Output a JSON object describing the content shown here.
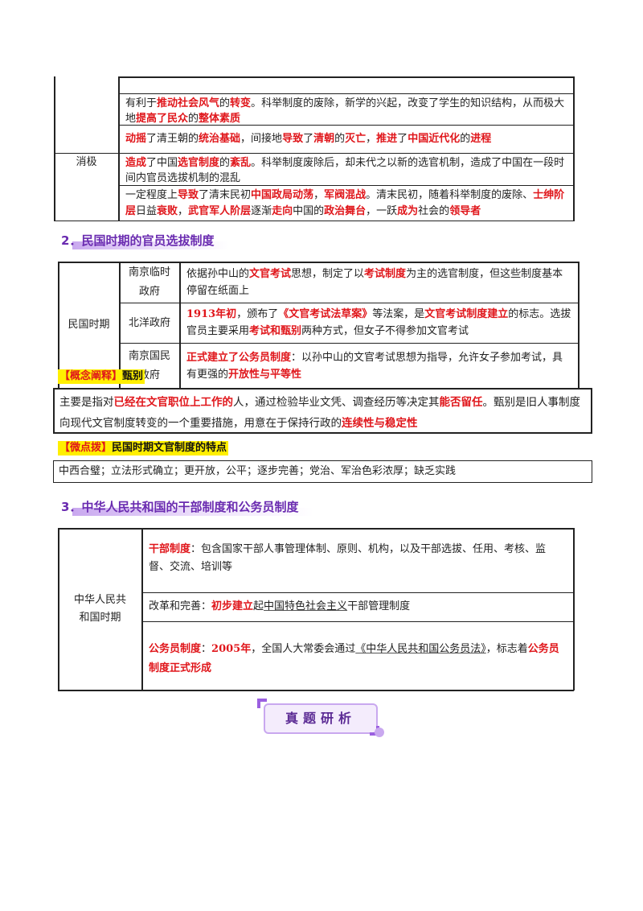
{
  "top_table": {
    "negative_label": "消极",
    "positive_rows": [
      [
        {
          "t": "有利于",
          "s": "n"
        },
        {
          "t": "推动社会风气",
          "s": "r"
        },
        {
          "t": "的",
          "s": "n"
        },
        {
          "t": "转变",
          "s": "r"
        },
        {
          "t": "。科举制度的废除，新学的兴起，改变了学生的知识结构，从而极大地",
          "s": "n"
        },
        {
          "t": "提高了民众",
          "s": "r"
        },
        {
          "t": "的",
          "s": "n"
        },
        {
          "t": "整体素质",
          "s": "r"
        }
      ],
      [
        {
          "t": "动摇",
          "s": "r"
        },
        {
          "t": "了清王朝的",
          "s": "n"
        },
        {
          "t": "统治基础",
          "s": "r"
        },
        {
          "t": "，间接地",
          "s": "n"
        },
        {
          "t": "导致",
          "s": "r"
        },
        {
          "t": "了",
          "s": "n"
        },
        {
          "t": "清朝",
          "s": "r"
        },
        {
          "t": "的",
          "s": "n"
        },
        {
          "t": "灭亡",
          "s": "r"
        },
        {
          "t": "，",
          "s": "n"
        },
        {
          "t": "推进",
          "s": "r"
        },
        {
          "t": "了",
          "s": "n"
        },
        {
          "t": "中国近代化",
          "s": "r"
        },
        {
          "t": "的",
          "s": "n"
        },
        {
          "t": "进程",
          "s": "r"
        }
      ]
    ],
    "negative_rows": [
      [
        {
          "t": "造成",
          "s": "r"
        },
        {
          "t": "了中国",
          "s": "n"
        },
        {
          "t": "选官制度",
          "s": "r"
        },
        {
          "t": "的",
          "s": "n"
        },
        {
          "t": "紊乱",
          "s": "r"
        },
        {
          "t": "。科举制度废除后，却未代之以新的选官机制，造成了中国在一段时间内官员选拔机制的混乱",
          "s": "n"
        }
      ],
      [
        {
          "t": "一定程度上",
          "s": "n"
        },
        {
          "t": "导致",
          "s": "r"
        },
        {
          "t": "了清末民初",
          "s": "n"
        },
        {
          "t": "中国政局动荡",
          "s": "r"
        },
        {
          "t": "，",
          "s": "n"
        },
        {
          "t": "军阀混战",
          "s": "r"
        },
        {
          "t": "。清末民初，随着科举制度的废除、",
          "s": "n"
        },
        {
          "t": "士绅阶层",
          "s": "r"
        },
        {
          "t": "日益",
          "s": "n"
        },
        {
          "t": "衰败",
          "s": "r"
        },
        {
          "t": "，",
          "s": "n"
        },
        {
          "t": "武官军人阶层",
          "s": "r"
        },
        {
          "t": "逐渐",
          "s": "n"
        },
        {
          "t": "走向",
          "s": "r"
        },
        {
          "t": "中国的",
          "s": "n"
        },
        {
          "t": "政治舞台",
          "s": "r"
        },
        {
          "t": "，一跃",
          "s": "n"
        },
        {
          "t": "成为",
          "s": "r"
        },
        {
          "t": "社会的",
          "s": "n"
        },
        {
          "t": "领导者",
          "s": "r"
        }
      ]
    ]
  },
  "section2": {
    "num": "2．",
    "title": "民国时期的官员选拔制度",
    "period_label": "民国时期",
    "rows": [
      {
        "gov": "南京临时政府",
        "content": [
          {
            "t": "依据孙中山的",
            "s": "n"
          },
          {
            "t": "文官考试",
            "s": "r"
          },
          {
            "t": "思想，制定了以",
            "s": "n"
          },
          {
            "t": "考试制度",
            "s": "r"
          },
          {
            "t": "为主的选官制度，但这些制度基本停留在纸面上",
            "s": "n"
          }
        ]
      },
      {
        "gov": "北洋政府",
        "content": [
          {
            "t": "1913年初",
            "s": "r"
          },
          {
            "t": "，颁布了",
            "s": "n"
          },
          {
            "t": "《文官考试法草案》",
            "s": "r"
          },
          {
            "t": "等法案，是",
            "s": "n"
          },
          {
            "t": "文官考试制度建立",
            "s": "r"
          },
          {
            "t": "的标志。选拔官员主要采用",
            "s": "n"
          },
          {
            "t": "考试和甄别",
            "s": "r"
          },
          {
            "t": "两种方式，但女子不得参加文官考试",
            "s": "n"
          }
        ]
      },
      {
        "gov": "南京国民政府",
        "content": [
          {
            "t": "正式建立了公务员制度",
            "s": "r"
          },
          {
            "t": "：以孙中山的文官考试思想为指导，允许女子参加考试，具有更强的",
            "s": "n"
          },
          {
            "t": "开放性与平等性",
            "s": "r"
          }
        ]
      }
    ],
    "concept_tag": {
      "bracket": "【概念阐释】",
      "word": "甄别"
    },
    "concept_text": [
      {
        "t": "主要是指对",
        "s": "n"
      },
      {
        "t": "已经在文官职位上工作的",
        "s": "r"
      },
      {
        "t": "人，通过检验毕业文凭、调查经历等决定其",
        "s": "n"
      },
      {
        "t": "能否留任",
        "s": "r"
      },
      {
        "t": "。甄别是旧人事制度向现代文官制度转变的一个重要措施，用意在于保持行政的",
        "s": "n"
      },
      {
        "t": "连续性与稳定性",
        "s": "r"
      }
    ],
    "tip_tag": {
      "bracket": "【微点拨】",
      "text": "民国时期文官制度的特点"
    },
    "tip_text": "中西合璧；立法形式确立；更开放，公平；逐步完善；党治、军治色彩浓厚；缺乏实践"
  },
  "section3": {
    "num": "3．",
    "title": "中华人民共和国的干部制度和公务员制度",
    "period_label": "中华人民共和国时期",
    "rows": [
      [
        {
          "t": "干部制度",
          "s": "r"
        },
        {
          "t": "：包含国家干部人事管理体制、原则、机构，以及干部选拔、任用、考核、监督、交流、培训等",
          "s": "n"
        }
      ],
      [
        {
          "t": "改革和完善：",
          "s": "n"
        },
        {
          "t": "初步建立",
          "s": "r"
        },
        {
          "t": "起",
          "s": "n"
        },
        {
          "t": "中国特色社会主义",
          "s": "u"
        },
        {
          "t": "干部管理制度",
          "s": "n"
        }
      ],
      [
        {
          "t": "公务员制度",
          "s": "r"
        },
        {
          "t": "：",
          "s": "n"
        },
        {
          "t": "2005年",
          "s": "r"
        },
        {
          "t": "，全国人大常委会通过",
          "s": "n"
        },
        {
          "t": "《中华人民共和国公务员法》",
          "s": "u"
        },
        {
          "t": "，标志着",
          "s": "n"
        },
        {
          "t": "公务员制度正式形成",
          "s": "r"
        }
      ]
    ]
  },
  "banner": {
    "text": "真题研析"
  }
}
